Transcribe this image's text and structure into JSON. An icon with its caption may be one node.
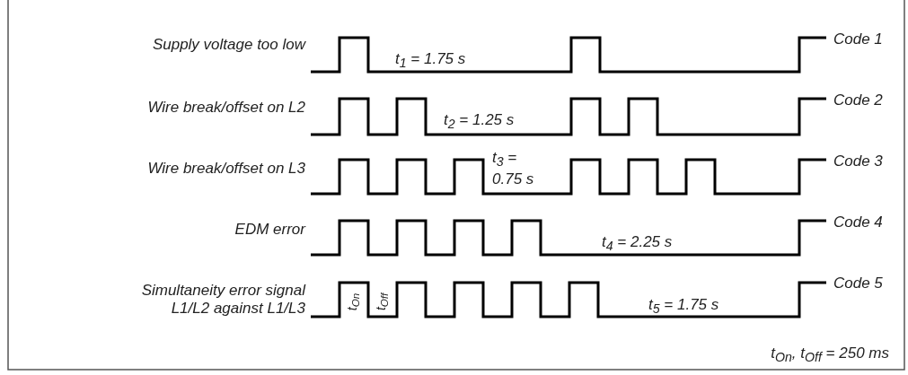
{
  "diagram": {
    "labels": [
      "Supply voltage too low",
      "t$_{1}$ = 1.75 s",
      "Code 1",
      "Wire break/offset on L2",
      "t$_{2}$ = 1.25 s",
      "Code 2",
      "Wire break/offset on L3",
      "t$_{3}$ = 0.75 s",
      "Code 3",
      "EDM error",
      "t$_{4}$ = 2.25 s",
      "Code 4",
      "Simultaneity error signal L1/L2 against L1/L3",
      "t$_{On}$",
      "t$_{Off}$",
      "t$_{5}$ = 1.75 s",
      "Code 5",
      "t$_{On}$, t$_{Off}$ = 250 ms"
    ]
  }
}
